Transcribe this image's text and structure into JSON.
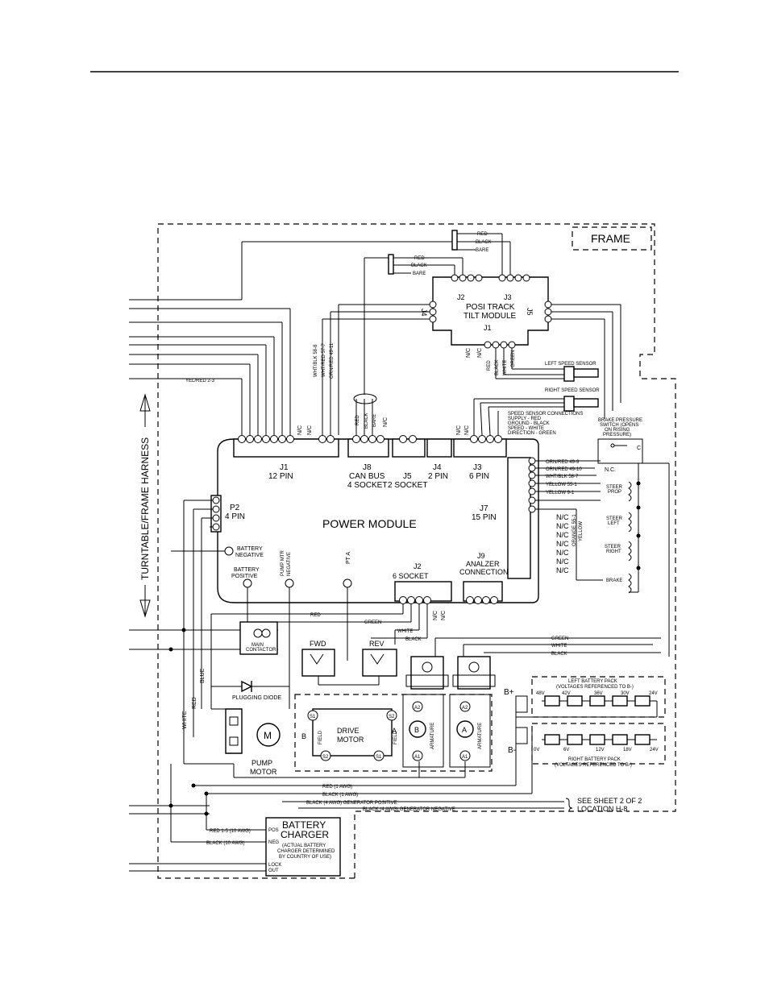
{
  "labels": {
    "frame": "FRAME",
    "harness": "TURNTABLE/FRAME HARNESS",
    "posi_track": "POSI TRACK",
    "tilt_module": "TILT MODULE",
    "power_module": "POWER MODULE",
    "j1": "J1",
    "pin12": "12 PIN",
    "j8": "J8",
    "can_bus": "CAN BUS",
    "socket4": "4 SOCKET",
    "j5": "J5",
    "socket2": "2 SOCKET",
    "j4": "J4",
    "pin2": "2 PIN",
    "j3": "J3",
    "pin6": "6 PIN",
    "j7": "J7",
    "pin15": "15 PIN",
    "p2": "P2",
    "pin4": "4 PIN",
    "j2": "J2",
    "socket6": "6 SOCKET",
    "j9": "J9",
    "analyzer1": "ANALZER",
    "analyzer2": "CONNECTION",
    "battery_negative1": "BATTERY",
    "battery_negative2": "NEGATIVE",
    "battery_positive1": "BATTERY",
    "battery_positive2": "POSITIVE",
    "pump_mtr": "PUMP MTR",
    "negative": "NEGATIVE",
    "pt_a": "PT A",
    "main_contactor1": "MAIN",
    "main_contactor2": "CONTACTOR",
    "fwd": "FWD",
    "rev": "REV",
    "plugging_diode": "PLUGGING DIODE",
    "drive": "DRIVE",
    "motor": "MOTOR",
    "field": "FIELD",
    "pump": "PUMP",
    "armature": "ARMATURE",
    "left_speed": "LEFT SPEED SENSOR",
    "right_speed": "RIGHT SPEED SENSOR",
    "speed_conn_title": "SPEED SENSOR CONNECTIONS",
    "speed_conn_1": "SUPPLY   - RED",
    "speed_conn_2": "GROUND   - BLACK",
    "speed_conn_3": "SPEED    - WHITE",
    "speed_conn_4": "DIRECTION - GREEN",
    "brake_ps1": "BRAKE PRESSURE",
    "brake_ps2": "SWITCH (OPENS",
    "brake_ps3": "ON RISING",
    "brake_ps4": "PRESSURE)",
    "nc": "N.C.",
    "c": "C",
    "steer_prop1": "STEER",
    "steer_prop2": "PROP",
    "steer_left1": "STEER",
    "steer_left2": "LEFT",
    "steer_right1": "STEER",
    "steer_right2": "RIGHT",
    "brake": "BRAKE",
    "left_pack1": "LEFT BATTERY PACK",
    "left_pack2": "(VOLTAGES REFERENCED TO B-)",
    "right_pack1": "RIGHT BATTERY PACK",
    "right_pack2": "(VOLTAGES REFERENCED TO B-)",
    "bplus": "B+",
    "bminus": "B-",
    "see_sheet1": "SEE SHEET 2 OF 2",
    "see_sheet2": "LOCATION H-8",
    "charger1": "BATTERY",
    "charger2": "CHARGER",
    "charger3": "(ACTUAL BATTERY",
    "charger4": "CHARGER DETERMINED",
    "charger5": "BY COUNTRY OF USE)",
    "pos": "POS",
    "neg": "NEG",
    "lock": "LOCK",
    "out": "OUT",
    "nc_short": "N/C"
  },
  "wires": {
    "red": "RED",
    "black": "BLACK",
    "bare": "BARE",
    "white": "WHITE",
    "green": "GREEN",
    "blue": "BLUE",
    "yel_red": "YEL/RED 2-3",
    "wht_blk": "WHT/BLK 58-8",
    "wht_red": "WHT/RED 57-7",
    "orn_red": "ORN/RED 49-11",
    "j7_1": "ORN/RED 49-9",
    "j7_2": "ORN/RED 49-10",
    "j7_3": "WHT/BLK 58-7",
    "j7_4": "YELLOW 55-1",
    "j7_5": "YELLOW 9-1",
    "orange": "ORANGE 55-1",
    "yellow": "YELLOW",
    "red1": "RED (1 AWG)",
    "black1": "BLACK (1 AWG)",
    "gen_pos": "BLACK (4 AWG) GENERATOR POSITIVE",
    "gen_neg": "BLACK (4 AWG) GENERATOR NEGATIVE",
    "red_15": "RED 1-5 (10 AWG)",
    "black_10": "BLACK (10 AWG)"
  },
  "left_pack_voltages": [
    "48V",
    "42V",
    "36V",
    "30V",
    "24V"
  ],
  "right_pack_voltages": [
    "0V",
    "6V",
    "12V",
    "18V",
    "24V"
  ]
}
